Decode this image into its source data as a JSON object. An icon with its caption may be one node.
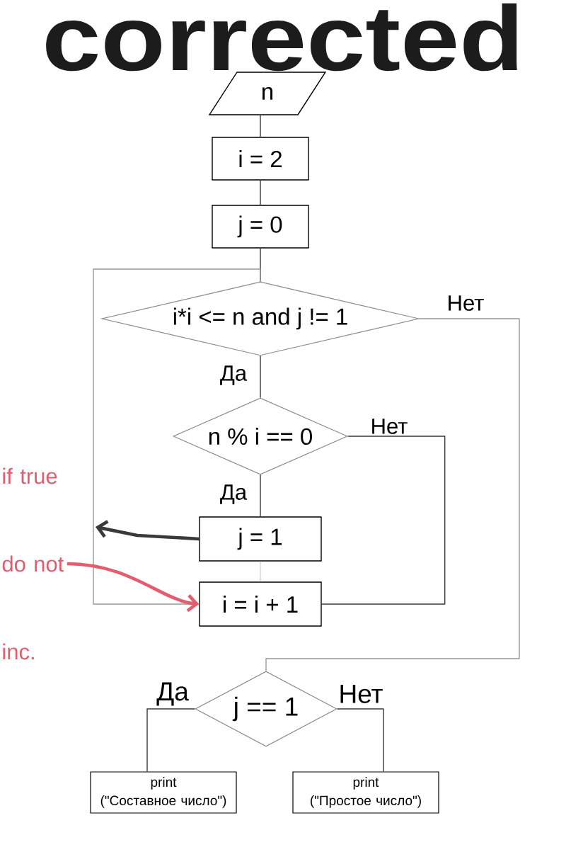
{
  "diagram": {
    "nodes": [
      {
        "text": [
          "n"
        ]
      },
      {
        "text": [
          "i = 2"
        ]
      },
      {
        "text": [
          "j = 0"
        ]
      },
      {
        "text": [
          "i*i <= n and j != 1"
        ]
      },
      {
        "text": [
          "n % i == 0"
        ]
      },
      {
        "text": [
          "j = 1"
        ]
      },
      {
        "text": [
          "i = i + 1"
        ]
      },
      {
        "text": [
          "j == 1"
        ]
      },
      {
        "text": [
          "print (\"Составное число\")"
        ]
      },
      {
        "text": [
          "print (\"Простое число\")"
        ]
      },
      {
        "text": [
          "if true do not inc."
        ]
      }
    ],
    "edges": [
      {
        "from": 0,
        "to": 1,
        "arrow": "none"
      },
      {
        "from": 1,
        "to": 2,
        "arrow": "none"
      },
      {
        "from": 2,
        "to": 3,
        "arrow": "none"
      },
      {
        "from": 6,
        "to": 3,
        "arrow": "none",
        "color": "#999999"
      },
      {
        "from": 3,
        "to": 4,
        "arrow": "none",
        "label": "Да"
      },
      {
        "from": 3,
        "to": 7,
        "arrow": "none",
        "label": "Нет",
        "color": "#999999"
      },
      {
        "from": 4,
        "to": 5,
        "arrow": "none",
        "label": "Да"
      },
      {
        "from": 4,
        "to": 6,
        "arrow": "none",
        "label": "Нет"
      },
      {
        "from": 5,
        "to": 6,
        "arrow": "none",
        "color": "#d4d4d4"
      },
      {
        "from": 7,
        "to": 8,
        "arrow": "none",
        "label": "Да"
      },
      {
        "from": 7,
        "to": 9,
        "arrow": "none",
        "label": "Нет"
      },
      {
        "from": 5,
        "to": null,
        "arrow": "to",
        "style": "thick"
      },
      {
        "from": 10,
        "to": 6,
        "arrow": "to",
        "style": "thick",
        "color": "#e35d6f"
      }
    ],
    "labels": [
      "corrected"
    ]
  }
}
